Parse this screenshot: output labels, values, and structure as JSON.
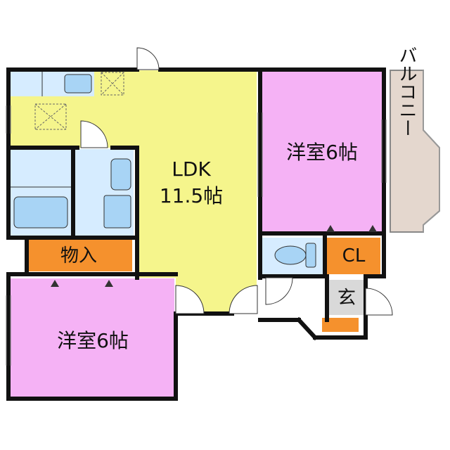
{
  "floorplan": {
    "rooms": {
      "ldk": {
        "name": "LDK",
        "size": "11.5帖",
        "color": "#f5f58c"
      },
      "western_room_east": {
        "label": "洋室6帖",
        "color": "#f5b2f5"
      },
      "western_room_west": {
        "label": "洋室6帖",
        "color": "#f5b2f5"
      },
      "storage": {
        "label": "物入",
        "color": "#f5912d"
      },
      "closet": {
        "label": "CL",
        "color": "#f5912d"
      },
      "entrance": {
        "label": "玄",
        "color": "#d9d9d9"
      },
      "balcony": {
        "label": "バルコニー",
        "color": "#e4d7ce"
      },
      "bathroom": {
        "color": "#d6ecff"
      },
      "toilet": {
        "color": "#d6ecff"
      }
    },
    "fixture_color": "#a8d4f5",
    "wall_color": "#111111"
  }
}
